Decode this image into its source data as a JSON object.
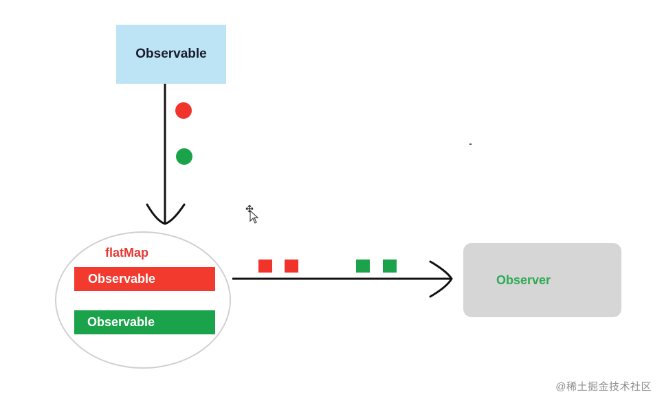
{
  "source": {
    "label": "Observable"
  },
  "operator": {
    "label": "flatMap",
    "inner_observables": [
      {
        "label": "Observable",
        "color": "#f33a2e"
      },
      {
        "label": "Observable",
        "color": "#1aa34a"
      }
    ]
  },
  "observer": {
    "label": "Observer"
  },
  "emitted_items": [
    {
      "shape": "circle",
      "color": "#f0342b"
    },
    {
      "shape": "circle",
      "color": "#1aa34a"
    }
  ],
  "output_items": [
    {
      "shape": "square",
      "color": "#f0342b"
    },
    {
      "shape": "square",
      "color": "#f0342b"
    },
    {
      "shape": "square",
      "color": "#1aa34a"
    },
    {
      "shape": "square",
      "color": "#1aa34a"
    }
  ],
  "watermark": "@稀土掘金技术社区",
  "colors": {
    "source_fill": "#bde4f4",
    "observer_fill": "#d6d6d6",
    "observer_text": "#2eaa55",
    "flatmap_text": "#e53935",
    "arrow": "#111111"
  }
}
